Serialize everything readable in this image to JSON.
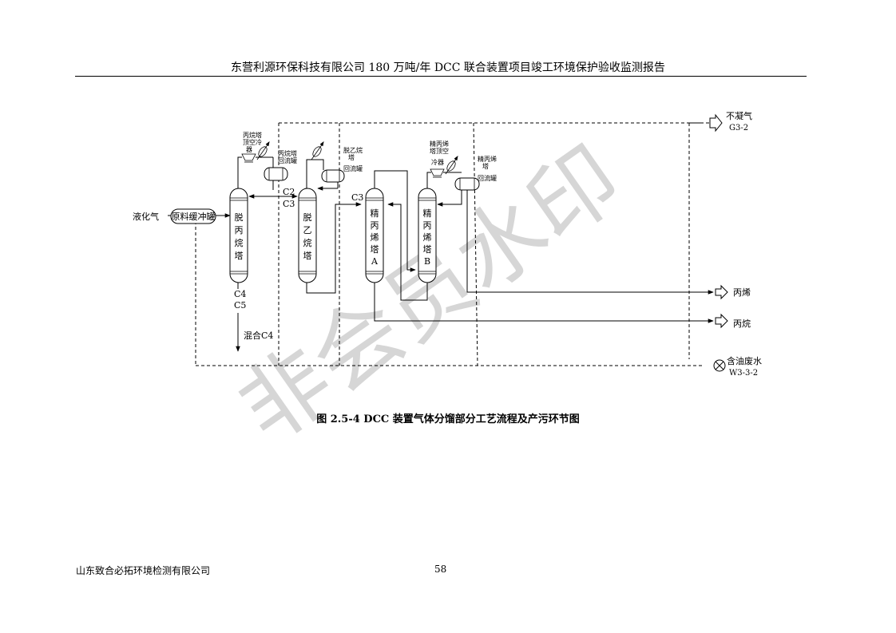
{
  "header": {
    "title": "东营利源环保科技有限公司 180 万吨/年 DCC 联合装置项目竣工环境保护验收监测报告"
  },
  "figure": {
    "caption": "图 2.5-4 DCC 装置气体分馏部分工艺流程及产污环节图",
    "feed_label": "液化气",
    "buffer_tank": "原料缓冲罐",
    "column1": {
      "chars": [
        "脱",
        "丙",
        "烷",
        "塔"
      ]
    },
    "column2": {
      "chars": [
        "脱",
        "乙",
        "烷",
        "塔"
      ]
    },
    "column3": {
      "chars": [
        "精",
        "丙",
        "烯",
        "塔",
        "A"
      ]
    },
    "column4": {
      "chars": [
        "精",
        "丙",
        "烯",
        "塔",
        "B"
      ]
    },
    "cooler1_label": [
      "丙烷塔",
      "顶空冷",
      "器"
    ],
    "drum1_label": [
      "丙烷塔",
      "回流罐"
    ],
    "drum2_label": [
      "脱乙烷",
      "塔",
      "回流罐"
    ],
    "cooler4_label": [
      "精丙烯",
      "塔顶空",
      "冷器"
    ],
    "drum4_label": [
      "精丙烯",
      "塔",
      "回流罐"
    ],
    "stream_c2": "C2",
    "stream_c3a": "C3",
    "stream_c3b": "C3",
    "stream_c4": "C4",
    "stream_c5": "C5",
    "out_mixed_c4": "混合C4",
    "out_noncondensable": "不凝气",
    "out_noncondensable_code": "G3-2",
    "out_propylene": "丙烯",
    "out_propane": "丙烷",
    "out_oily_water": "含油废水",
    "out_oily_water_code": "W3-3-2"
  },
  "watermark": "非会员水印",
  "footer": {
    "company": "山东致合必拓环境检测有限公司",
    "page": "58"
  }
}
